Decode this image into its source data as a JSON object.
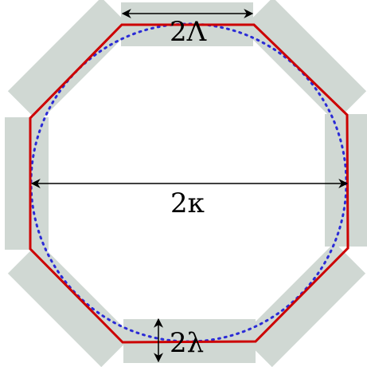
{
  "labels": {
    "top_width": "2Λ",
    "diameter": "2κ",
    "bottom_thickness": "2λ"
  },
  "colors": {
    "band": "#d0d8d3",
    "octagon": "#cc0000",
    "circle": "#2b2bd6",
    "arrow": "#000000"
  }
}
